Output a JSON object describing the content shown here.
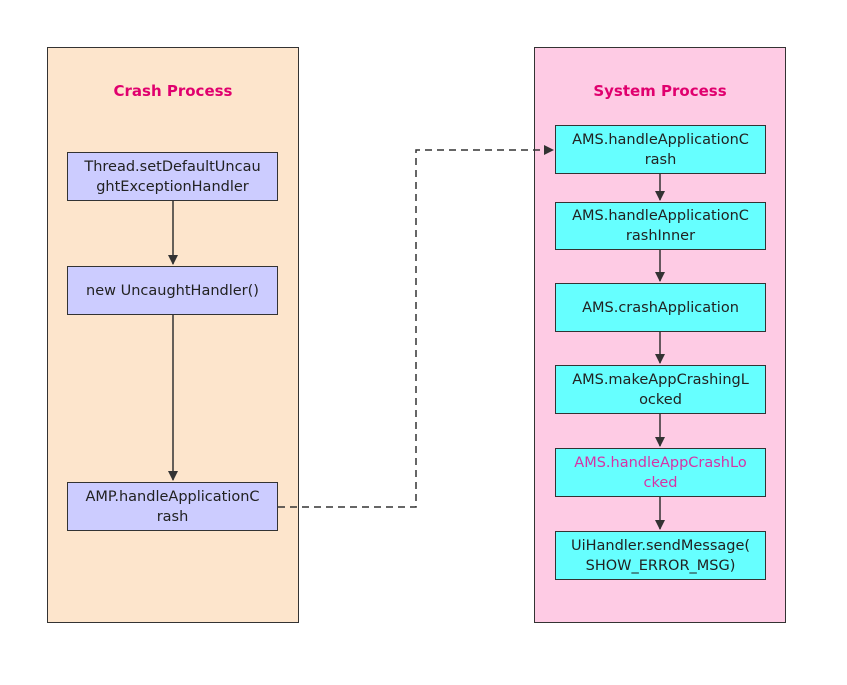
{
  "colors": {
    "crash_panel_bg": "#fde5cc",
    "system_panel_bg": "#fecbe4",
    "title_color": "#e0006e",
    "crash_node_bg": "#ccccff",
    "system_node_bg": "#66ffff",
    "highlight_text": "#d633a6"
  },
  "crash_process": {
    "title": "Crash Process",
    "nodes": [
      {
        "line1": "Thread.setDefaultUncau",
        "line2": "ghtExceptionHandler"
      },
      {
        "line1": "new UncaughtHandler()",
        "line2": ""
      },
      {
        "line1": "AMP.handleApplicationC",
        "line2": "rash"
      }
    ]
  },
  "system_process": {
    "title": "System Process",
    "nodes": [
      {
        "line1": "AMS.handleApplicationC",
        "line2": "rash"
      },
      {
        "line1": "AMS.handleApplicationC",
        "line2": "rashInner"
      },
      {
        "line1": "AMS.crashApplication",
        "line2": ""
      },
      {
        "line1": "AMS.makeAppCrashingL",
        "line2": "ocked"
      },
      {
        "line1": "AMS.handleAppCrashLo",
        "line2": "cked"
      },
      {
        "line1": "UiHandler.sendMessage(",
        "line2": "SHOW_ERROR_MSG)"
      }
    ]
  }
}
